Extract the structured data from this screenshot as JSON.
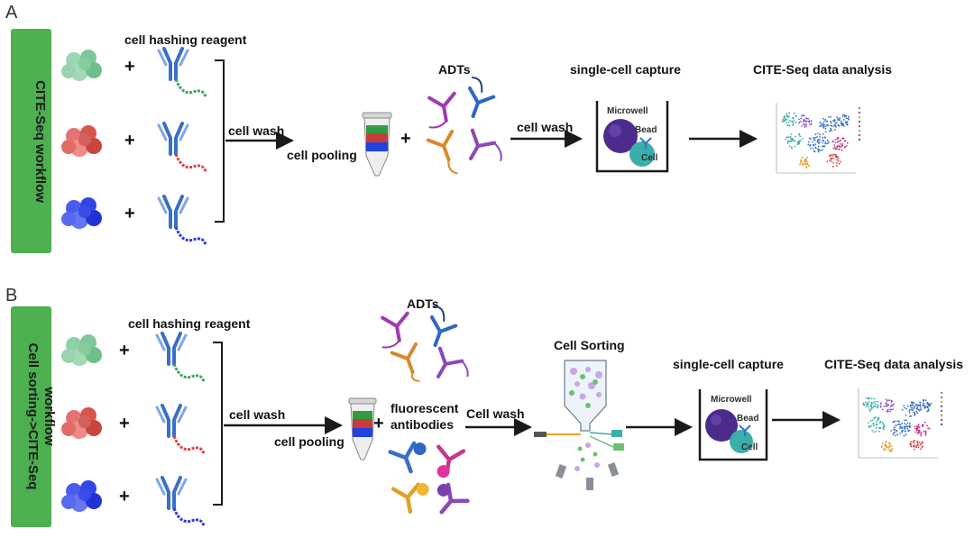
{
  "panel_a": {
    "letter": "A",
    "side_label": "CITE-Seq workflow",
    "reagent_label": "cell hashing reagent",
    "cell_wash": "cell wash",
    "cell_pooling": "cell pooling",
    "adts": "ADTs",
    "cell_wash_2": "cell wash",
    "capture": "single-cell capture",
    "microwell": "Microwell",
    "bead": "Bead",
    "cell": "Cell",
    "analysis": "CITE-Seq data analysis"
  },
  "panel_b": {
    "letter": "B",
    "side_label_line1": "Cell sorting->CITE-Seq",
    "side_label_line2": "workflow",
    "reagent_label": "cell hashing reagent",
    "cell_wash": "cell wash",
    "cell_pooling": "cell pooling",
    "adts": "ADTs",
    "fluor_line1": "fluorescent",
    "fluor_line2": "antibodies",
    "cell_wash_2": "Cell wash",
    "sorting": "Cell Sorting",
    "capture": "single-cell capture",
    "microwell": "Microwell",
    "bead": "Bead",
    "cell": "Cell",
    "analysis": "CITE-Seq data analysis"
  },
  "plus": "+",
  "colors": {
    "sidebar_green": "#4caf50",
    "green_cells": "#7fc79a",
    "red_cells": "#d9534f",
    "blue_cells": "#3344e6",
    "antibody_blue": "#3a6fc9",
    "bead_purple": "#4b2c8c",
    "cell_teal": "#3aaea8"
  }
}
